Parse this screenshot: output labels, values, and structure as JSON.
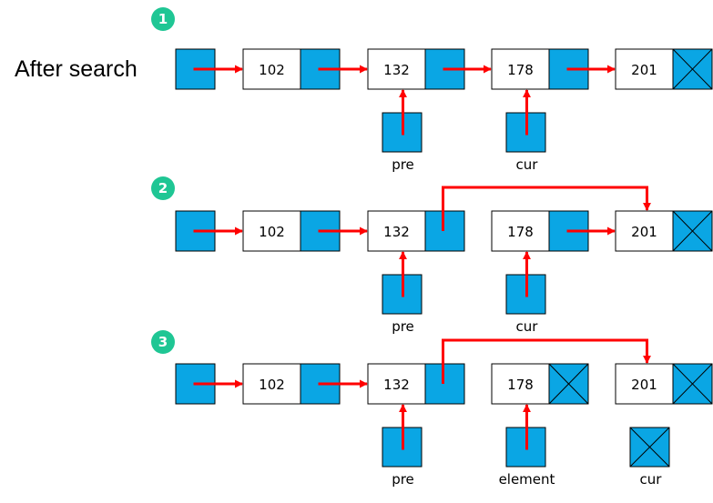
{
  "title": "After search",
  "colors": {
    "pointer_fill": "#0aa6e4",
    "node_fill": "#ffffff",
    "stroke": "#000000",
    "arrow": "#ff0000",
    "badge": "#1fc694"
  },
  "steps": [
    {
      "badge": "1",
      "values": [
        "102",
        "132",
        "178",
        "201"
      ],
      "null_next": [
        false,
        false,
        false,
        true
      ],
      "pointers": [
        {
          "label": "pre",
          "target_node": 1,
          "is_null": false
        },
        {
          "label": "cur",
          "target_node": 2,
          "is_null": false
        }
      ]
    },
    {
      "badge": "2",
      "values": [
        "102",
        "132",
        "178",
        "201"
      ],
      "null_next": [
        false,
        false,
        false,
        true
      ],
      "bypass": {
        "from_node": 1,
        "to_node": 3
      },
      "pointers": [
        {
          "label": "pre",
          "target_node": 1,
          "is_null": false
        },
        {
          "label": "cur",
          "target_node": 2,
          "is_null": false
        }
      ]
    },
    {
      "badge": "3",
      "values": [
        "102",
        "132",
        "178",
        "201"
      ],
      "null_next": [
        false,
        false,
        true,
        true
      ],
      "bypass": {
        "from_node": 1,
        "to_node": 3
      },
      "pointers": [
        {
          "label": "pre",
          "target_node": 1,
          "is_null": false
        },
        {
          "label": "element",
          "target_node": 2,
          "is_null": false
        },
        {
          "label": "cur",
          "target_node": 3,
          "is_null": true
        }
      ]
    }
  ]
}
